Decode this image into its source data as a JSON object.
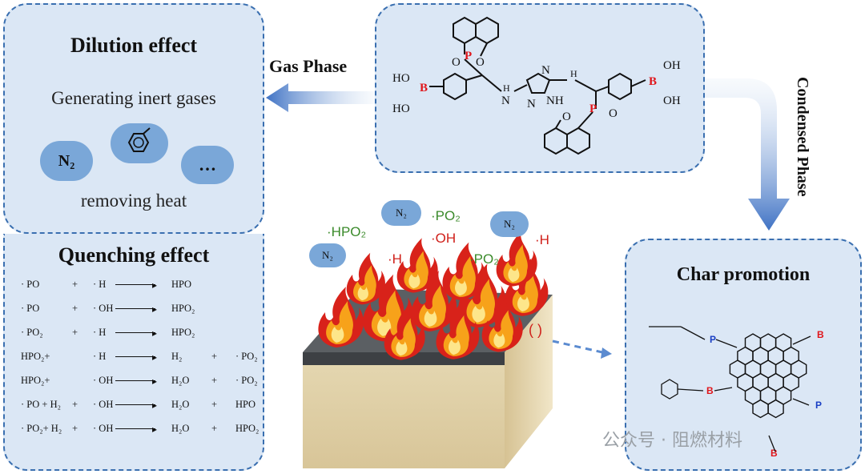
{
  "dilution": {
    "title": "Dilution effect",
    "line1": "Generating inert gases",
    "cloud_n2": "N₂",
    "cloud_more": "…",
    "line2": "removing heat"
  },
  "quenching": {
    "title": "Quenching effect",
    "reactions": [
      [
        "· PO",
        "+",
        "· H",
        "HPO",
        "",
        ""
      ],
      [
        "· PO",
        "+",
        "· OH",
        "HPO₂",
        "",
        ""
      ],
      [
        "· PO₂",
        "+",
        "· H",
        "HPO₂",
        "",
        ""
      ],
      [
        "HPO₂+",
        "",
        "· H",
        "H₂",
        "+",
        "· PO₂"
      ],
      [
        "HPO₂+",
        "",
        "· OH",
        "H₂O",
        "+",
        "· PO₂"
      ],
      [
        "· PO + H₂",
        "+",
        "· OH",
        "H₂O",
        "+",
        "HPO"
      ],
      [
        "· PO₂+ H₂",
        "+",
        "· OH",
        "H₂O",
        "+",
        "HPO₂"
      ]
    ]
  },
  "phases": {
    "gas": "Gas Phase",
    "condensed": "Condensed Phase"
  },
  "molecule": {
    "labels": [
      "OH",
      "OH",
      "HO",
      "HO",
      "P",
      "P",
      "O",
      "O",
      "O",
      "O",
      "N",
      "N",
      "N",
      "NH",
      "H",
      "H",
      "B",
      "B"
    ]
  },
  "fire": {
    "radicals": [
      {
        "text": "·HPO₂",
        "color": "#3a8a2a"
      },
      {
        "text": "·PO₂",
        "color": "#3a8a2a"
      },
      {
        "text": "·OH",
        "color": "#d0201a"
      },
      {
        "text": "·H",
        "color": "#d0201a"
      },
      {
        "text": "·PO₂",
        "color": "#3a8a2a"
      },
      {
        "text": "·H",
        "color": "#d0201a"
      }
    ],
    "n2_clouds": [
      "N₂",
      "N₂",
      "N₂"
    ]
  },
  "char": {
    "title": "Char promotion"
  },
  "watermark": "公众号 · 阻燃材料",
  "colors": {
    "panel_fill": "#dbe7f5",
    "panel_border": "#3a6fb0",
    "arrow": "#3f72c4",
    "phosphorus": "#e0161b",
    "boron": "#e0161b",
    "green_radical": "#3a8a2a",
    "red_radical": "#d0201a"
  }
}
